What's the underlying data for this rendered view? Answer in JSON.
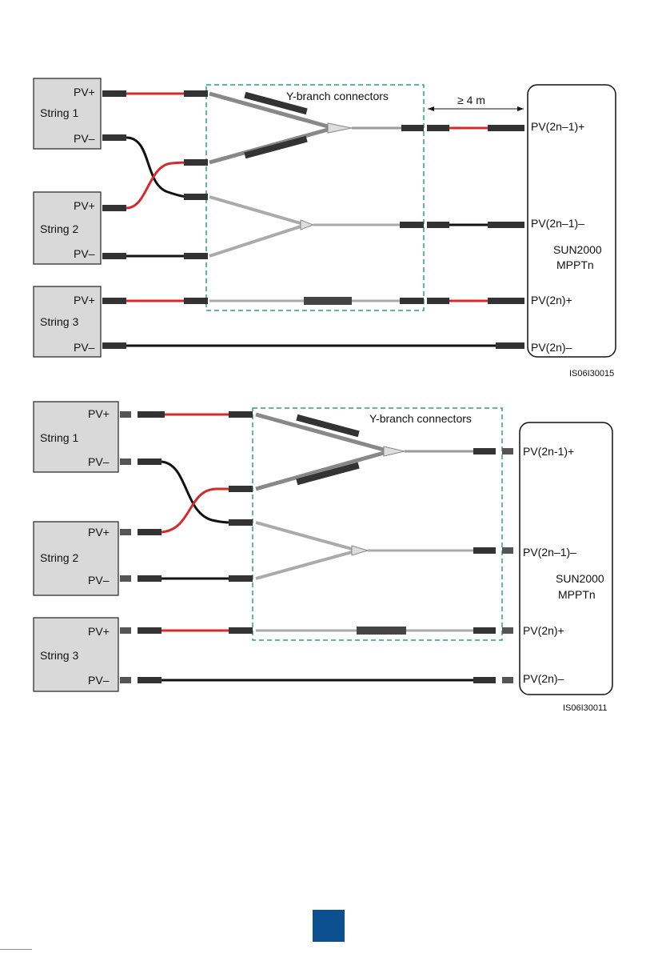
{
  "diagram_top": {
    "strings": [
      "String 1",
      "String 2",
      "String 3"
    ],
    "pv_plus": "PV+",
    "pv_minus": "PV–",
    "ybranch_label": "Y-branch connectors",
    "distance_label": "≥ 4 m",
    "inverter_ports": [
      "PV(2n–1)+",
      "PV(2n–1)–",
      "PV(2n)+",
      "PV(2n)–"
    ],
    "inverter_name": "SUN2000",
    "inverter_mppt": "MPPTn",
    "figure_id": "IS06I30015"
  },
  "diagram_bottom": {
    "strings": [
      "String 1",
      "String 2",
      "String 3"
    ],
    "pv_plus": "PV+",
    "pv_minus": "PV–",
    "ybranch_label": "Y-branch connectors",
    "inverter_ports": [
      "PV(2n-1)+",
      "PV(2n–1)–",
      "PV(2n)+",
      "PV(2n)–"
    ],
    "inverter_name": "SUN2000",
    "inverter_mppt": "MPPTn",
    "figure_id": "IS06I30011"
  },
  "colors": {
    "red_cable": "#d42a2a",
    "black_cable": "#111111",
    "box_fill": "#d9d9d9",
    "dashed_box": "#2aa27e",
    "page_marker": "#0b4f91"
  }
}
